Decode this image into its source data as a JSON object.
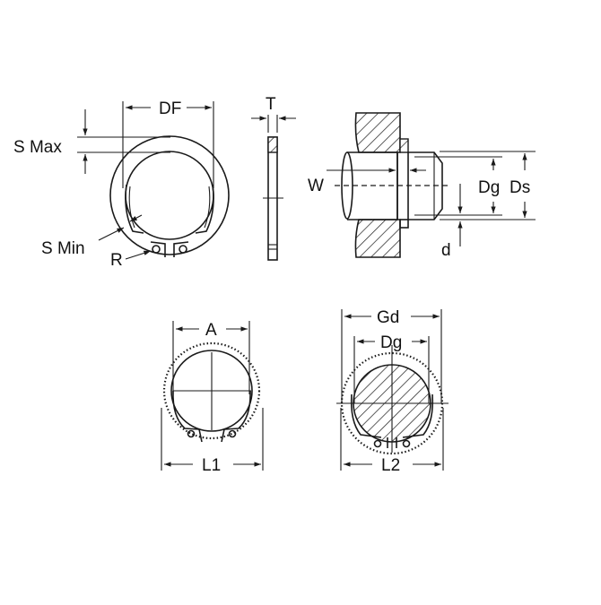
{
  "diagram": {
    "title": "External retaining circlip dimension drawing",
    "views": {
      "front_view": {
        "labels": {
          "df": "DF",
          "s_max": "S Max",
          "s_min": "S Min",
          "r": "R"
        }
      },
      "side_view": {
        "labels": {
          "t": "T"
        }
      },
      "section_view": {
        "labels": {
          "w": "W",
          "dg": "Dg",
          "ds": "Ds",
          "d": "d"
        }
      },
      "expanded_view": {
        "labels": {
          "a": "A",
          "l1": "L1"
        }
      },
      "installed_view": {
        "labels": {
          "gd": "Gd",
          "dg": "Dg",
          "l2": "L2"
        }
      }
    },
    "colors": {
      "line": "#1a1a1a",
      "background": "#ffffff"
    }
  }
}
